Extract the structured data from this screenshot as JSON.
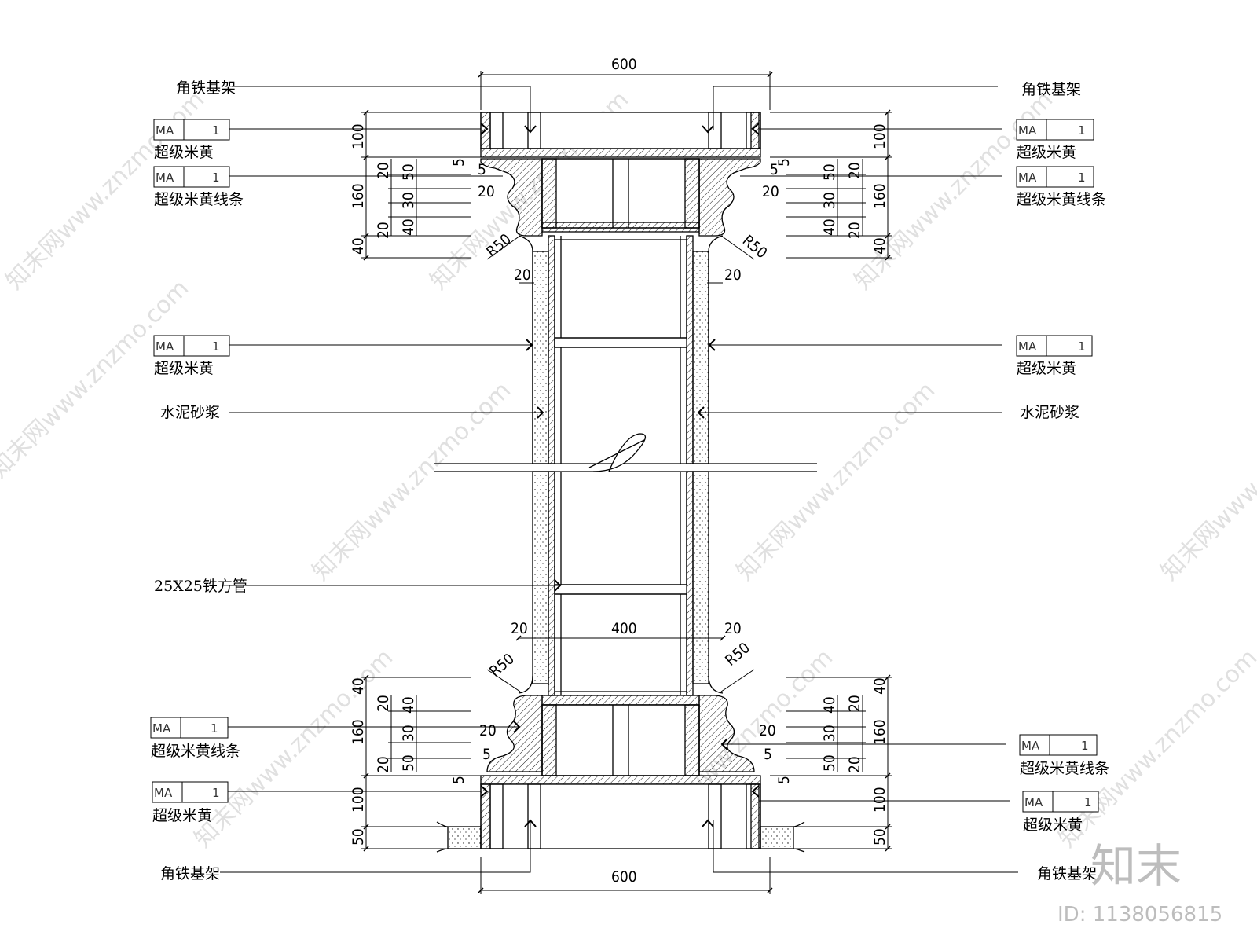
{
  "drawing": {
    "dims": {
      "top_width": "600",
      "bottom_width": "600",
      "inner_width": "400",
      "radius": "R50",
      "d100": "100",
      "d160": "160",
      "d40": "40",
      "d50": "50",
      "d30": "30",
      "d20": "20",
      "d5": "5"
    },
    "labels": {
      "frame": "角铁基架",
      "stone": "超级米黄",
      "stone_line": "超级米黄线条",
      "mortar": "水泥砂浆",
      "tube": "25X25铁方管"
    },
    "tag": {
      "code": "MA",
      "num": "1"
    }
  },
  "watermark": {
    "text": "知末网www.znzmo.com",
    "logo": "知末",
    "id": "ID: 1138056815"
  }
}
